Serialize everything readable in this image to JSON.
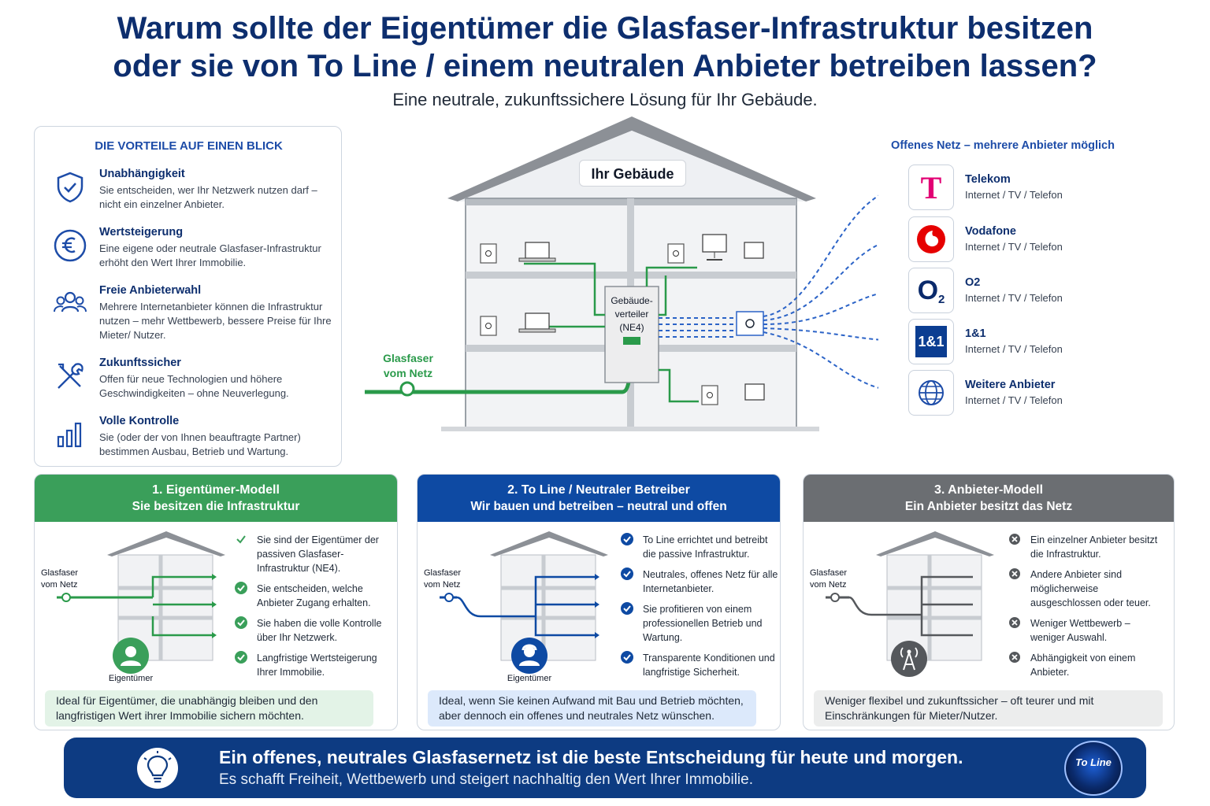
{
  "header": {
    "title_line1": "Warum sollte der Eigentümer die Glasfaser-Infrastruktur besitzen",
    "title_line2": "oder sie von To Line / einem neutralen Anbieter betreiben lassen?",
    "subtitle": "Eine neutrale, zukunftssichere Lösung für Ihr Gebäude."
  },
  "benefits": {
    "heading": "DIE VORTEILE AUF EINEN BLICK",
    "items": [
      {
        "icon": "shield-check-icon",
        "title": "Unabhängigkeit",
        "text": "Sie entscheiden, wer Ihr Netzwerk nutzen darf – nicht ein einzelner Anbieter."
      },
      {
        "icon": "euro-icon",
        "title": "Wertsteigerung",
        "text": "Eine eigene oder neutrale Glasfaser-Infrastruktur erhöht den Wert Ihrer Immobilie."
      },
      {
        "icon": "users-icon",
        "title": "Freie Anbieterwahl",
        "text": "Mehrere Internetanbieter können die Infrastruktur nutzen – mehr Wettbewerb, bessere Preise für Ihre Mieter/ Nutzer."
      },
      {
        "icon": "tools-icon",
        "title": "Zukunftssicher",
        "text": "Offen für neue Technologien und höhere Geschwindigkeiten – ohne Neuverlegung."
      },
      {
        "icon": "bar-chart-icon",
        "title": "Volle Kontrolle",
        "text": "Sie (oder der von Ihnen beauftragte Partner) bestimmen Ausbau, Betrieb und Wartung."
      }
    ]
  },
  "house": {
    "label": "Ihr Gebäude",
    "distributor_label": "Gebäude-verteiler (NE4)",
    "fiber_label": "Glasfaser vom Netz"
  },
  "providers": {
    "title": "Offenes Netz – mehrere Anbieter möglich",
    "items": [
      {
        "name": "Telekom",
        "services": "Internet / TV / Telefon",
        "logo_text": "T",
        "color": "#e20074"
      },
      {
        "name": "Vodafone",
        "services": "Internet / TV / Telefon",
        "logo_text": "",
        "color": "#e60000"
      },
      {
        "name": "O2",
        "services": "Internet / TV / Telefon",
        "logo_text": "O",
        "color": "#0a2a6b"
      },
      {
        "name": "1&1",
        "services": "Internet / TV / Telefon",
        "logo_text": "1&1",
        "color": "#0b3d91"
      },
      {
        "name": "Weitere Anbieter",
        "services": "Internet / TV / Telefon",
        "logo_text": "",
        "color": "#1d4ca8"
      }
    ]
  },
  "models": [
    {
      "title": "1. Eigentümer-Modell",
      "subtitle": "Sie besitzen die Infrastruktur",
      "color": "#3a9f5a",
      "fiber_label": "Glasfaser vom Netz",
      "caption": "Eigentümer",
      "points": [
        "Sie sind der Eigentümer der passiven Glasfaser-Infrastruktur (NE4).",
        "Sie entscheiden, welche Anbieter Zugang erhalten.",
        "Sie haben die volle Kontrolle über Ihr Netzwerk.",
        "Langfristige Wertsteigerung Ihrer Immobilie."
      ],
      "footer": "Ideal für Eigentümer, die unabhängig bleiben und den langfristigen Wert ihrer Immobilie sichern möchten."
    },
    {
      "title": "2. To Line / Neutraler Betreiber",
      "subtitle": "Wir bauen und betreiben – neutral und offen",
      "color": "#0e4aa3",
      "fiber_label": "Glasfaser vom Netz",
      "caption": "Eigentümer",
      "points": [
        "To Line errichtet und betreibt die passive Infrastruktur.",
        "Neutrales, offenes Netz für alle Internetanbieter.",
        "Sie profitieren von einem professionellen Betrieb und Wartung.",
        "Transparente Konditionen und langfristige Sicherheit."
      ],
      "footer": "Ideal, wenn Sie keinen Aufwand mit Bau und Betrieb möchten, aber dennoch ein offenes und neutrales Netz wünschen."
    },
    {
      "title": "3. Anbieter-Modell",
      "subtitle": "Ein Anbieter besitzt das Netz",
      "color": "#6b6e72",
      "fiber_label": "Glasfaser vom Netz",
      "caption": "",
      "points": [
        "Ein einzelner Anbieter besitzt die Infrastruktur.",
        "Andere Anbieter sind möglicherweise ausgeschlossen oder teuer.",
        "Weniger Wettbewerb – weniger Auswahl.",
        "Abhängigkeit von einem Anbieter."
      ],
      "footer": "Weniger flexibel und zukunftssicher – oft teurer und mit Einschränkungen für Mieter/Nutzer."
    }
  ],
  "banner": {
    "line1": "Ein offenes, neutrales Glasfasernetz ist die beste Entscheidung für heute und morgen.",
    "line2": "Es schafft Freiheit, Wettbewerb und steigert nachhaltig den Wert Ihrer Immobilie.",
    "logo_text": "To Line"
  }
}
